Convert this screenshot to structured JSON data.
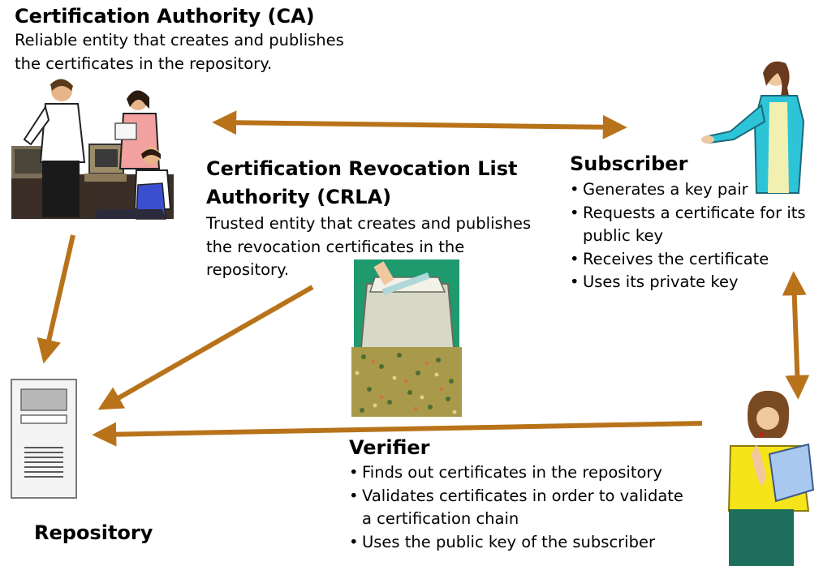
{
  "ca": {
    "title": "Certification Authority (CA)",
    "line1": "Reliable entity that creates and publishes",
    "line2": "the certificates in the repository."
  },
  "crla": {
    "title_line1": "Certification Revocation List",
    "title_line2": "Authority (CRLA)",
    "line1": "Trusted entity that creates and publishes",
    "line2": "the revocation certificates in the",
    "line3": "repository."
  },
  "subscriber": {
    "title": "Subscriber",
    "items": [
      "Generates a key pair",
      "Requests a certificate for its",
      "public key",
      "Receives the certificate",
      "Uses its private key"
    ]
  },
  "verifier": {
    "title": "Verifier",
    "items": [
      "Finds out certificates in the repository",
      "Validates certificates in order to validate",
      "a certification chain",
      "Uses the public key of the subscriber"
    ]
  },
  "repository": {
    "label": "Repository"
  },
  "colors": {
    "arrow": "#b8731a",
    "text": "#000000"
  },
  "icons": [
    "office-workers-clipart",
    "subscriber-woman-clipart",
    "shredder-clipart",
    "verifier-woman-clipart",
    "server-tower-icon"
  ]
}
